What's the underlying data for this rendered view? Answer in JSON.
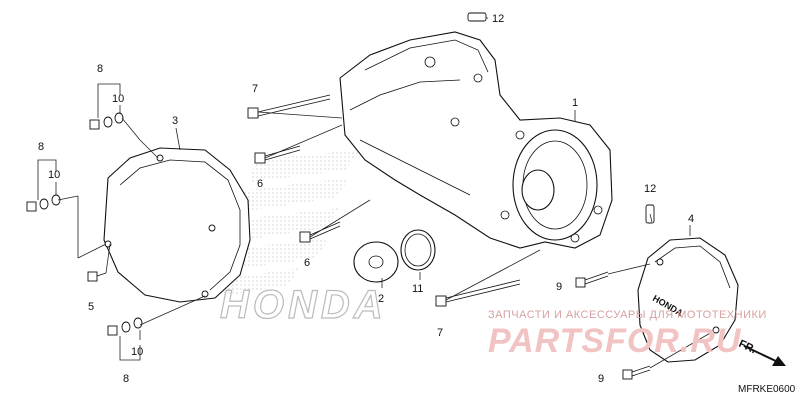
{
  "callouts": {
    "c1": "1",
    "c2": "2",
    "c3": "3",
    "c4": "4",
    "c5": "5",
    "c6a": "6",
    "c6b": "6",
    "c7a": "7",
    "c7b": "7",
    "c8a": "8",
    "c8b": "8",
    "c8c": "8",
    "c9a": "9",
    "c9b": "9",
    "c10a": "10",
    "c10b": "10",
    "c10c": "10",
    "c11": "11",
    "c12a": "12",
    "c12b": "12"
  },
  "watermarks": {
    "honda": "HONDA",
    "shop_tagline": "ЗАПЧАСТИ И АКСЕССУАРЫ ДЛЯ МОТОТЕХНИКИ",
    "shop_brand": "PARTSFOR.RU"
  },
  "cover_text": "HONDA",
  "direction_label": "FR.",
  "diagram_code": "MFRKE0600",
  "colors": {
    "line": "#111111",
    "watermark_red": "#f1c3c3",
    "watermark_gray": "#bbbbbb"
  }
}
